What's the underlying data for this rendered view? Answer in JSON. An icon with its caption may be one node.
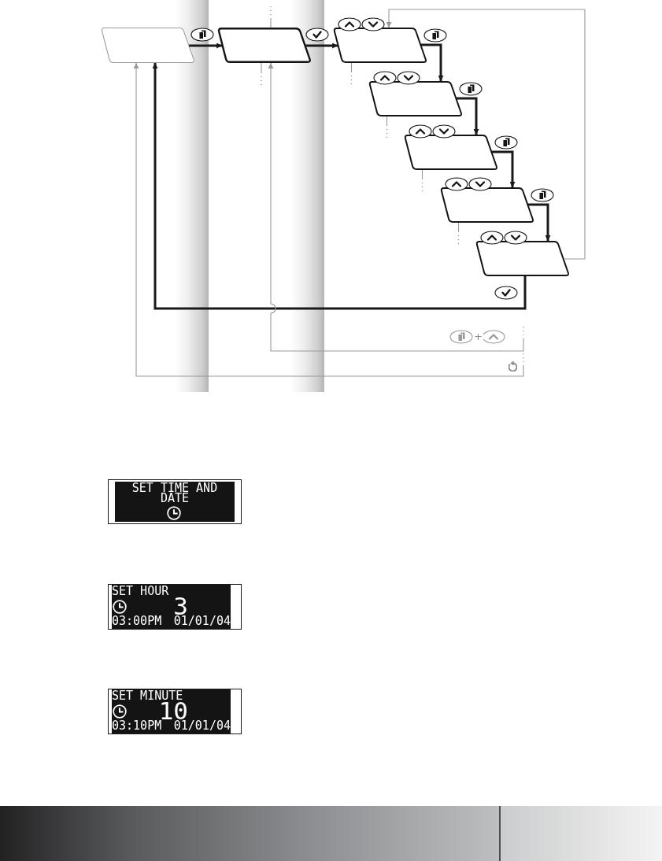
{
  "diagram": {
    "nodes": [
      {
        "text": [],
        "shape": "parallelogram"
      },
      {
        "text": [],
        "shape": "parallelogram"
      },
      {
        "text": [],
        "shape": "parallelogram"
      },
      {
        "text": [],
        "shape": "parallelogram"
      },
      {
        "text": [],
        "shape": "parallelogram"
      },
      {
        "text": [],
        "shape": "parallelogram"
      },
      {
        "text": [],
        "shape": "parallelogram"
      },
      {
        "text": [
          "SET TIME AND DATE"
        ]
      },
      {
        "text": [
          "SET HOUR",
          "3",
          "03:00PM",
          "01/01/04"
        ]
      },
      {
        "text": [
          "SET MINUTE",
          "10",
          "03:10PM",
          "01/01/04"
        ]
      }
    ],
    "edges": [
      {
        "from": 0,
        "to": 1,
        "arrow": "to",
        "style": "thick",
        "color": "#1a1a1a"
      },
      {
        "from": 1,
        "to": 2,
        "arrow": "to",
        "style": "thick",
        "color": "#1a1a1a"
      },
      {
        "from": 2,
        "to": 3,
        "arrow": "to",
        "style": "thick",
        "color": "#1a1a1a"
      },
      {
        "from": 3,
        "to": 4,
        "arrow": "to",
        "style": "thick",
        "color": "#1a1a1a"
      },
      {
        "from": 4,
        "to": 5,
        "arrow": "to",
        "style": "thick",
        "color": "#1a1a1a"
      },
      {
        "from": 5,
        "to": 6,
        "arrow": "to",
        "style": "thick",
        "color": "#1a1a1a"
      },
      {
        "from": 6,
        "to": 2,
        "arrow": "to"
      },
      {
        "from": 6,
        "to": 0,
        "arrow": "to",
        "style": "thick",
        "color": "#1a1a1a"
      },
      {
        "from": null,
        "to": 1,
        "arrow": "to",
        "label": "+"
      },
      {
        "from": null,
        "to": 0,
        "arrow": "to"
      },
      {
        "from": 1,
        "to": null,
        "arrow": "other"
      },
      {
        "from": 1,
        "to": null,
        "arrow": "other"
      },
      {
        "from": 2,
        "to": null,
        "arrow": "other"
      },
      {
        "from": 3,
        "to": null,
        "arrow": "other"
      },
      {
        "from": 4,
        "to": null,
        "arrow": "other"
      },
      {
        "from": 5,
        "to": null,
        "arrow": "other"
      }
    ]
  }
}
